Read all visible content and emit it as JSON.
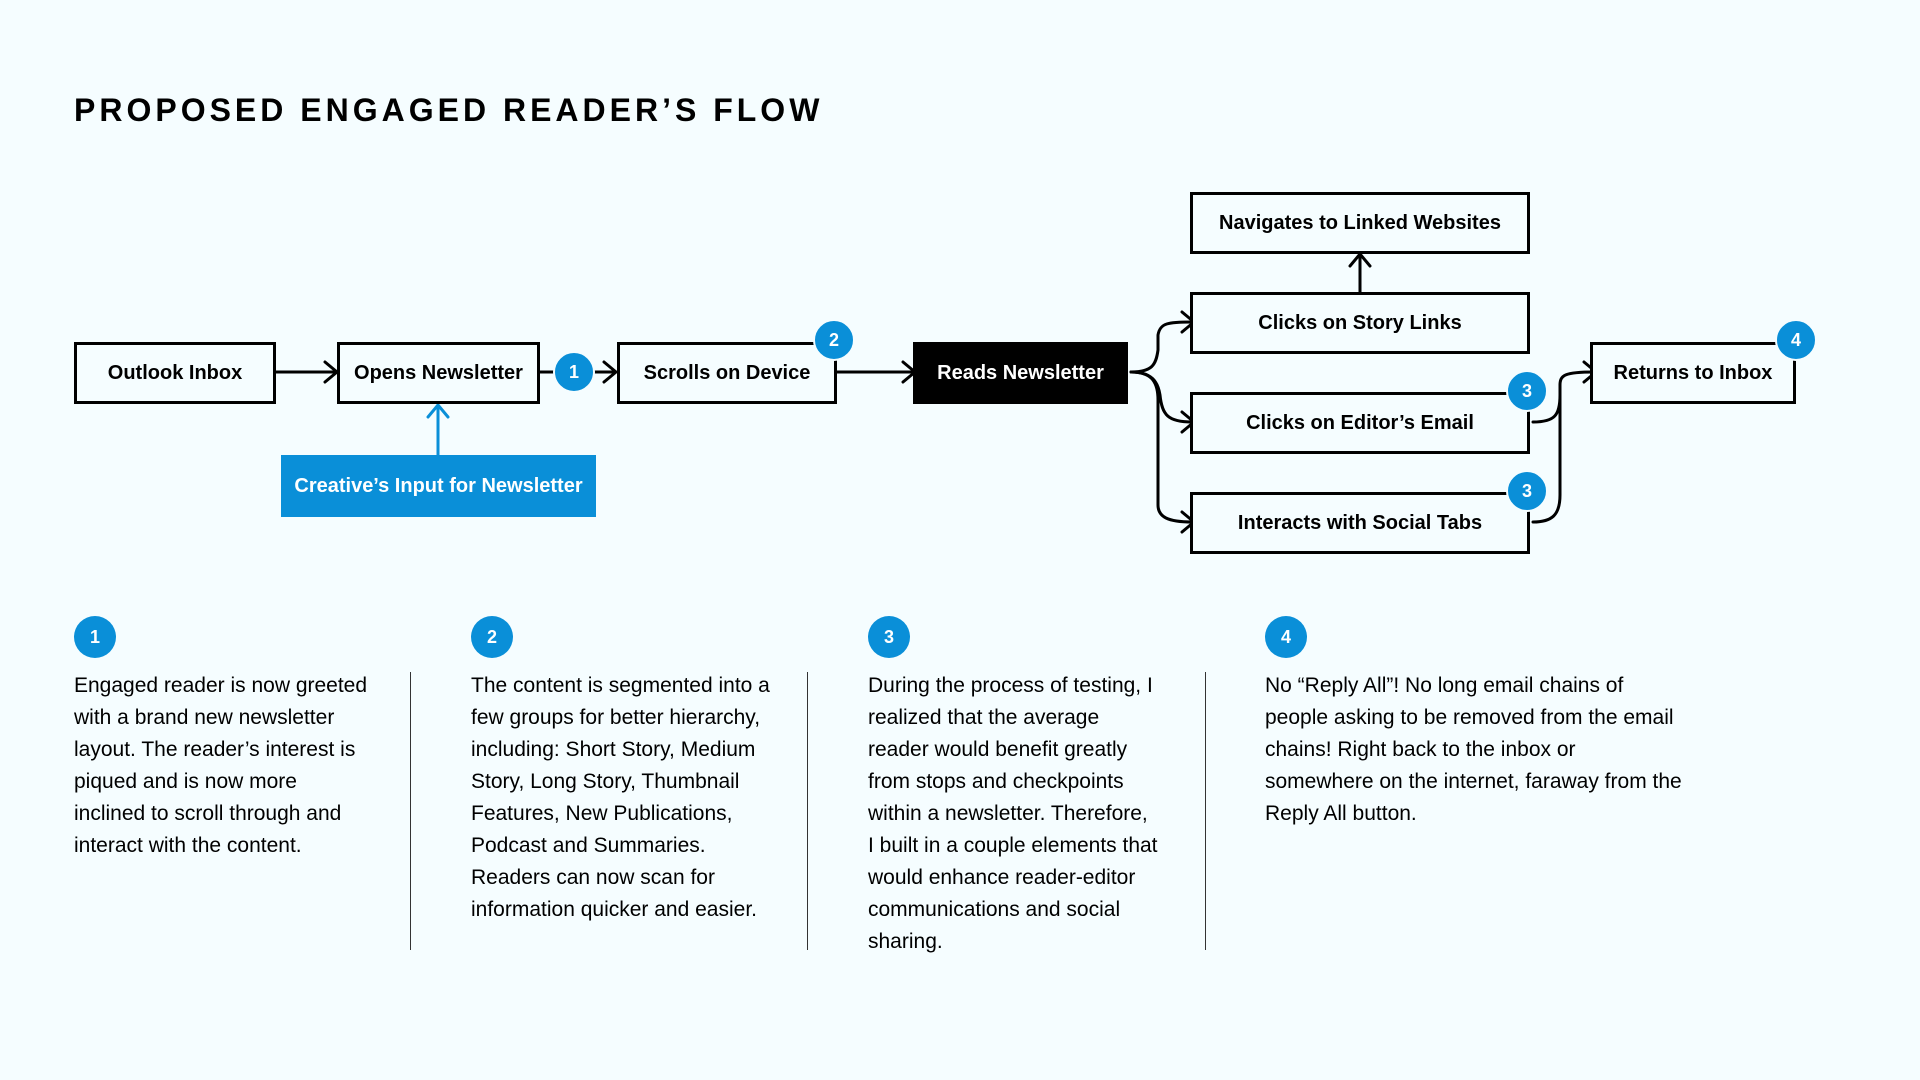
{
  "title": "PROPOSED ENGAGED READER’S FLOW",
  "colors": {
    "accent": "#0a8fd8",
    "background": "#f5fdff",
    "ink": "#000000"
  },
  "nodes": {
    "outlook": "Outlook Inbox",
    "opens": "Opens Newsletter",
    "creative": "Creative’s Input for Newsletter",
    "scrolls": "Scrolls on Device",
    "reads": "Reads Newsletter",
    "navigates": "Navigates to Linked Websites",
    "story_links": "Clicks on Story Links",
    "editor_email": "Clicks on Editor’s Email",
    "social_tabs": "Interacts with Social Tabs",
    "returns": "Returns to Inbox"
  },
  "badges": {
    "b1": "1",
    "b2": "2",
    "b3a": "3",
    "b3b": "3",
    "b4": "4"
  },
  "notes": [
    {
      "num": "1",
      "text": "Engaged reader is now greeted with a brand new newsletter layout. The reader’s interest is piqued and is now more inclined to scroll through and interact with the content."
    },
    {
      "num": "2",
      "text": "The content is segmented into a few groups for better hierarchy, including: Short Story, Medium Story, Long Story, Thumbnail Features, New Publications, Podcast and Summaries. Readers can now scan for information quicker and easier."
    },
    {
      "num": "3",
      "text": "During the process of testing, I realized that the average reader would benefit greatly from stops and checkpoints within a newsletter. Therefore, I built in a couple elements that would enhance reader-editor communications and social sharing."
    },
    {
      "num": "4",
      "text": "No “Reply All”! No long email chains of people asking to be removed from the email chains! Right back to the inbox or somewhere on the internet, faraway from the Reply All button."
    }
  ]
}
